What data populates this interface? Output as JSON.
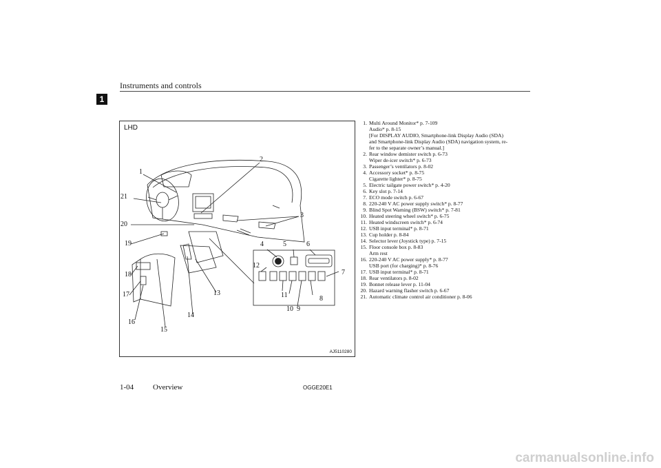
{
  "header": {
    "title": "Instruments and controls",
    "chapter": "1"
  },
  "figure": {
    "tag": "LHD",
    "code": "AJ5110280",
    "callouts": [
      "1",
      "2",
      "3",
      "4",
      "5",
      "6",
      "7",
      "8",
      "9",
      "10",
      "11",
      "12",
      "13",
      "14",
      "15",
      "16",
      "17",
      "18",
      "19",
      "20",
      "21"
    ]
  },
  "items": [
    {
      "num": "1.",
      "lines": [
        "Multi Around Monitor* p. 7-109",
        "Audio* p. 8-15",
        "[For DISPLAY AUDIO, Smartphone-link Display Audio (SDA)",
        "and Smartphone-link Display Audio (SDA) navigation system, re-",
        "fer to the separate owner’s manual.]"
      ]
    },
    {
      "num": "2.",
      "lines": [
        "Rear window demister switch p. 6-73",
        "Wiper de-icer switch* p. 6-73"
      ]
    },
    {
      "num": "3.",
      "lines": [
        "Passenger’s ventilators p. 8-02"
      ]
    },
    {
      "num": "4.",
      "lines": [
        "Accessory socket* p. 8-75",
        "Cigarette lighter* p. 8-75"
      ]
    },
    {
      "num": "5.",
      "lines": [
        "Electric tailgate power switch* p. 4-20"
      ]
    },
    {
      "num": "6.",
      "lines": [
        "Key slot p. 7-14"
      ]
    },
    {
      "num": "7.",
      "lines": [
        "ECO mode switch p. 6-67"
      ]
    },
    {
      "num": "8.",
      "lines": [
        "220-240 V AC power supply switch* p. 8-77"
      ]
    },
    {
      "num": "9.",
      "lines": [
        "Blind Spot Warning (BSW) switch* p. 7-81"
      ]
    },
    {
      "num": "10.",
      "lines": [
        "Heated steering wheel switch* p. 6-75"
      ]
    },
    {
      "num": "11.",
      "lines": [
        "Heated windscreen switch* p. 6-74"
      ]
    },
    {
      "num": "12.",
      "lines": [
        "USB input terminal* p. 8-71"
      ]
    },
    {
      "num": "13.",
      "lines": [
        "Cup holder p. 8-84"
      ]
    },
    {
      "num": "14.",
      "lines": [
        "Selector lever (Joystick type) p. 7-15"
      ]
    },
    {
      "num": "15.",
      "lines": [
        "Floor console box p. 8-83",
        "Arm rest"
      ]
    },
    {
      "num": "16.",
      "lines": [
        "220-240 V AC power supply* p. 8-77",
        "USB port (for charging)* p. 8-76"
      ]
    },
    {
      "num": "17.",
      "lines": [
        "USB input terminal* p. 8-71"
      ]
    },
    {
      "num": "18.",
      "lines": [
        "Rear ventilators p. 8-02"
      ]
    },
    {
      "num": "19.",
      "lines": [
        "Bonnet release lever p. 11-04"
      ]
    },
    {
      "num": "20.",
      "lines": [
        "Hazard warning flasher switch p. 6-67"
      ]
    },
    {
      "num": "21.",
      "lines": [
        "Automatic climate control air conditioner p. 8-06"
      ]
    }
  ],
  "footer": {
    "page": "1-04",
    "section": "Overview",
    "code": "OGGE20E1"
  },
  "watermark": "carmanualsonline.info"
}
